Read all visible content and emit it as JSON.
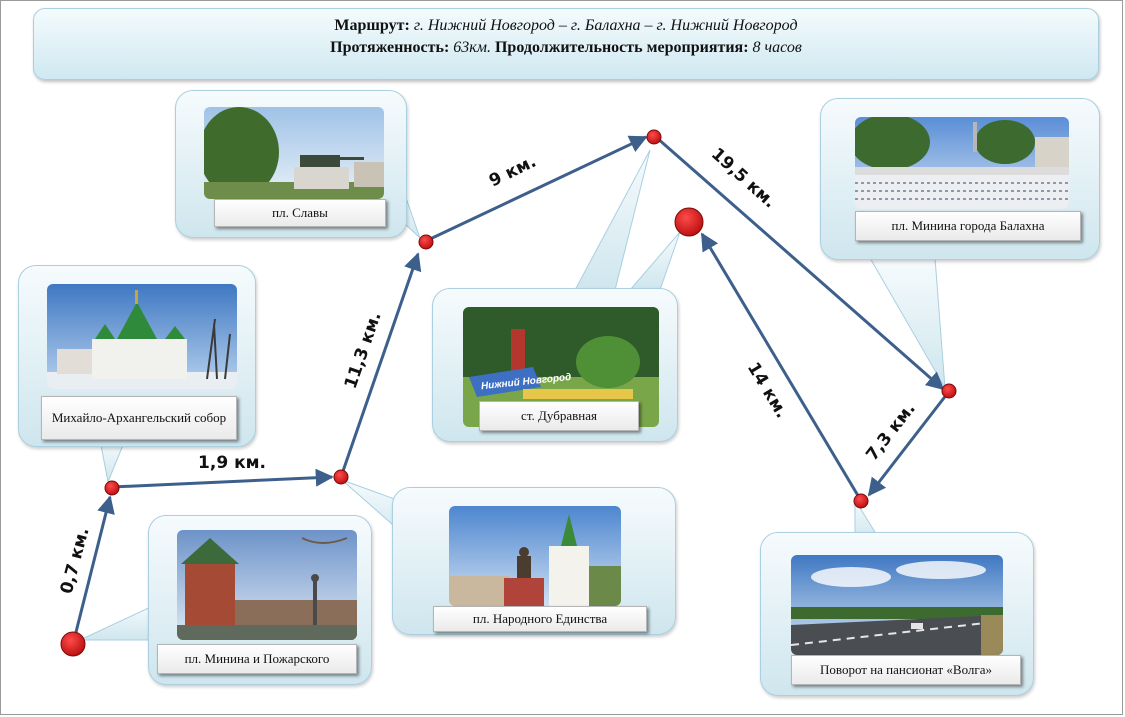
{
  "header": {
    "route_label": "Маршрут:",
    "route_value": "г. Нижний Новгород – г. Балахна – г. Нижний Новгород",
    "length_label": "Протяженность:",
    "length_value": "63км.",
    "duration_label": "Продолжительность мероприятия:",
    "duration_value": "8 часов"
  },
  "places": {
    "minin_square": "пл. Минина и Пожарского",
    "cathedral": "Михайло-Архангельский собор",
    "unity_square": "пл. Народного Единства",
    "glory_square": "пл. Славы",
    "dubravnaya": "ст. Дубравная",
    "sign_text": "Нижний Новгород",
    "balakhna_square": "пл. Минина города Балахна",
    "volga_turn": "Поворот на пансионат «Волга»"
  },
  "distances": {
    "d1": "0,7 км.",
    "d2": "1,9 км.",
    "d3": "11,3 км.",
    "d4": "9 км.",
    "d5": "19,5 км.",
    "d6": "7,3 км.",
    "d7": "14 км."
  },
  "colors": {
    "line": "#3d5f8c",
    "node": "#cc1111",
    "callout_top": "#f6fbfd",
    "callout_bottom": "#cfe6ee",
    "callout_border": "#a9cfe0"
  }
}
